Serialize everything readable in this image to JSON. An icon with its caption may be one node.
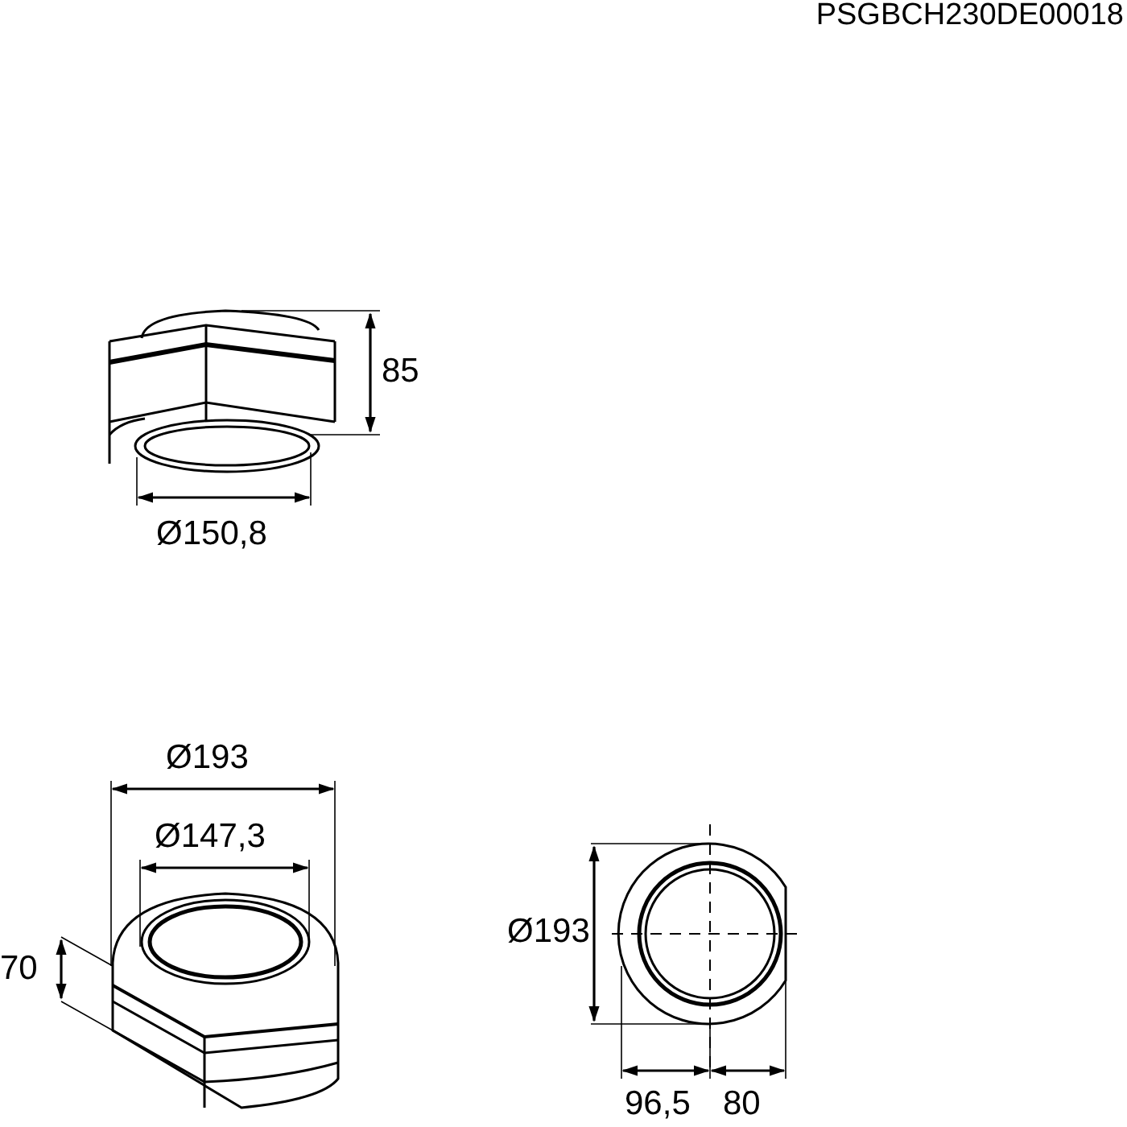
{
  "diagram": {
    "labels": [
      "PSGBCH230DE00018",
      "85",
      "Ø150,8",
      "Ø193",
      "Ø147,3",
      "70",
      "Ø193",
      "96,5",
      "80"
    ]
  }
}
